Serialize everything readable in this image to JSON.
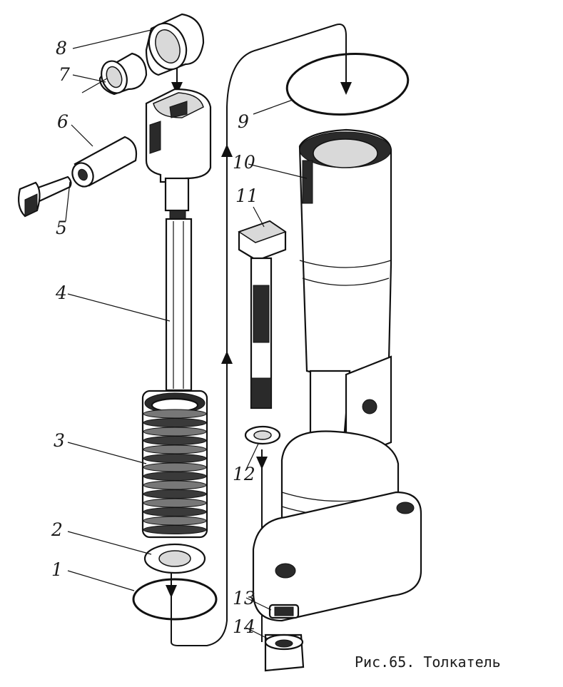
{
  "figure": {
    "caption": "Рис.65. Толкатель",
    "labels": [
      "1",
      "2",
      "3",
      "4",
      "5",
      "6",
      "7",
      "8",
      "9",
      "10",
      "11",
      "12",
      "13",
      "14"
    ]
  }
}
